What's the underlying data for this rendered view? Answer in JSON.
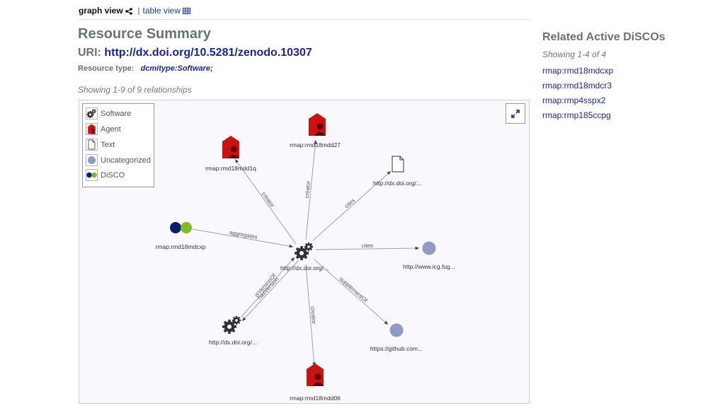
{
  "view_switch": {
    "graph_view_label": "graph view",
    "separator": "|",
    "table_view_label": "table view"
  },
  "summary": {
    "title": "Resource Summary",
    "uri_label": "URI:",
    "uri_value": "http://dx.doi.org/10.5281/zenodo.10307",
    "resource_type_label": "Resource type:",
    "resource_type_value": "dcmitype:Software;",
    "showing": "Showing 1-9 of 9 relationships"
  },
  "legend": [
    {
      "label": "Software",
      "icon": "gears-icon"
    },
    {
      "label": "Agent",
      "icon": "agent-icon"
    },
    {
      "label": "Text",
      "icon": "document-icon"
    },
    {
      "label": "Uncategorized",
      "icon": "circle-icon"
    },
    {
      "label": "DiSCO",
      "icon": "disco-icon"
    }
  ],
  "graph": {
    "nodes": {
      "center": {
        "label": "http://dx.doi.org/...",
        "type": "software"
      },
      "agent_top": {
        "label": "rmap:rmd18mdd27",
        "type": "agent"
      },
      "agent_left": {
        "label": "rmap:rmd18mdd1q",
        "type": "agent"
      },
      "agent_bottom": {
        "label": "rmap:rmd18mdd06",
        "type": "agent"
      },
      "text_doc": {
        "label": "http://dx.doi.org/...",
        "type": "text"
      },
      "disco": {
        "label": "rmap:rmd18mdcxp",
        "type": "disco"
      },
      "uncat_right": {
        "label": "http://www.icg.fug...",
        "type": "uncategorized"
      },
      "uncat_github": {
        "label": "https://github.com...",
        "type": "uncategorized"
      },
      "software_version": {
        "label": "http://dx.doi.org/...",
        "type": "software"
      }
    },
    "edges": {
      "creator_left": "creator",
      "creator_top": "creator",
      "cites_doc": "cites",
      "aggregates": "aggregates",
      "cites_right": "cites",
      "is_version_of": "isVersionOf",
      "has_version": "hasVersion",
      "supplement_of": "supplementOf",
      "creator_bottom": "creator"
    }
  },
  "related": {
    "title": "Related Active DiSCOs",
    "showing": "Showing 1-4 of 4",
    "items": [
      "rmap:rmd18mdcxp",
      "rmap:rmd18mdcr3",
      "rmap:rmp4sspx2",
      "rmap:rmp185ccpg"
    ]
  },
  "colors": {
    "link": "#1a23a8",
    "heading": "#6b7178",
    "agent_red": "#cc1111",
    "disco_navy": "#0a1a7a",
    "disco_green": "#7cbf1a",
    "uncategorized": "#8f9bc4",
    "edge": "#9aa0b8"
  }
}
